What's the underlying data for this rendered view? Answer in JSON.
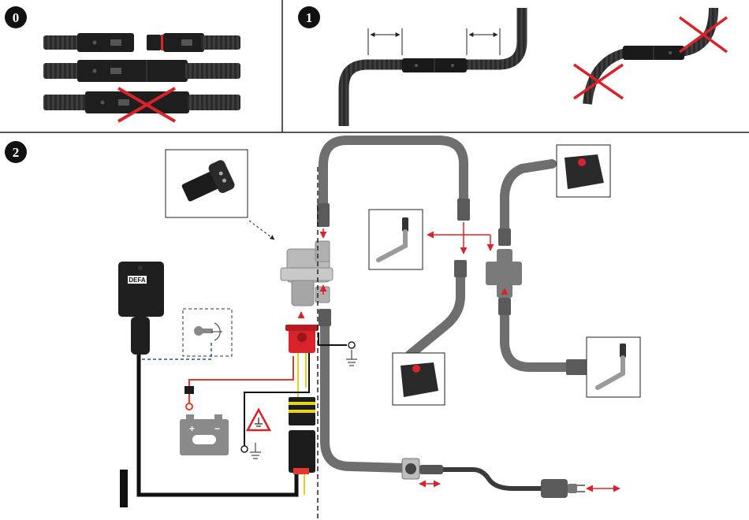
{
  "steps": [
    {
      "id": "step-0",
      "number": "0"
    },
    {
      "id": "step-1",
      "number": "1"
    },
    {
      "id": "step-2",
      "number": "2"
    }
  ],
  "labels": {
    "brand": "DEFA",
    "battery_plus": "+",
    "battery_minus": "−"
  },
  "colors": {
    "prohibited": "#d8232a",
    "hose": "#2b2b2b",
    "hose_light": "#7a7a7a",
    "connector": "#1c1c1c",
    "socket": "#d8232a",
    "wire_red": "#e23a2e",
    "wire_yellow": "#e8d31a",
    "wire_blue_dashed": "#5b7fb5",
    "battery": "#8a8a8a"
  },
  "icons": [
    "pipe-connector-icon",
    "cross-prohibited-icon",
    "dimension-arrow-icon",
    "battery-icon",
    "ground-icon",
    "warning-triangle-icon",
    "power-plug-icon",
    "heater-element-icon",
    "control-box-icon",
    "ignition-key-icon"
  ]
}
